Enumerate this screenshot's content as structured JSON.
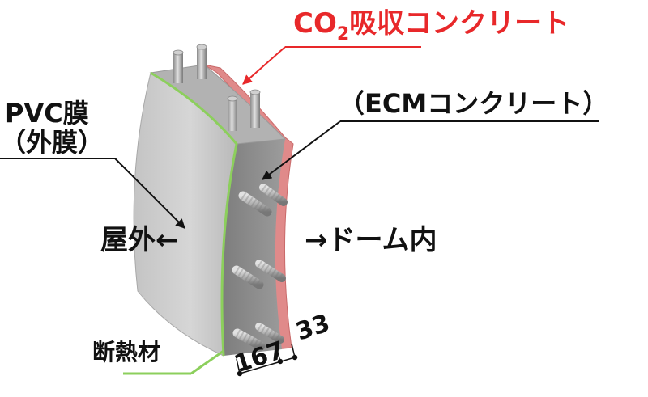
{
  "labels": {
    "co2_main": "CO",
    "co2_sub": "2",
    "co2_rest": "吸収コンクリート",
    "ecm": "（ECMコンクリート）",
    "pvc_line1": "PVC膜",
    "pvc_line2": "（外膜）",
    "outside": "屋外←",
    "inside": "→ドーム内",
    "insulation": "断熱材",
    "dim_main": "167",
    "dim_layer": "33"
  },
  "colors": {
    "co2_label": "#e8282a",
    "co2_layer": "#e08a8a",
    "insulation_line": "#8ccf5c",
    "concrete_face": "#c8c8c8",
    "concrete_side": "#8e8e8e",
    "text": "#111111"
  }
}
